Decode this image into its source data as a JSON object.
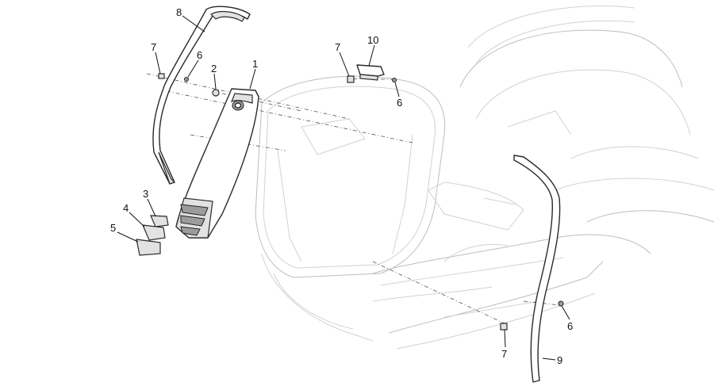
{
  "callouts": [
    {
      "id": "c8a",
      "label": "8"
    },
    {
      "id": "c7a",
      "label": "7"
    },
    {
      "id": "c6a",
      "label": "6"
    },
    {
      "id": "c2",
      "label": "2"
    },
    {
      "id": "c1",
      "label": "1"
    },
    {
      "id": "c3",
      "label": "3"
    },
    {
      "id": "c4",
      "label": "4"
    },
    {
      "id": "c5",
      "label": "5"
    },
    {
      "id": "c7b",
      "label": "7"
    },
    {
      "id": "c10",
      "label": "10"
    },
    {
      "id": "c6b",
      "label": "6"
    },
    {
      "id": "c6c",
      "label": "6"
    },
    {
      "id": "c7c",
      "label": "7"
    },
    {
      "id": "c9",
      "label": "9"
    }
  ]
}
